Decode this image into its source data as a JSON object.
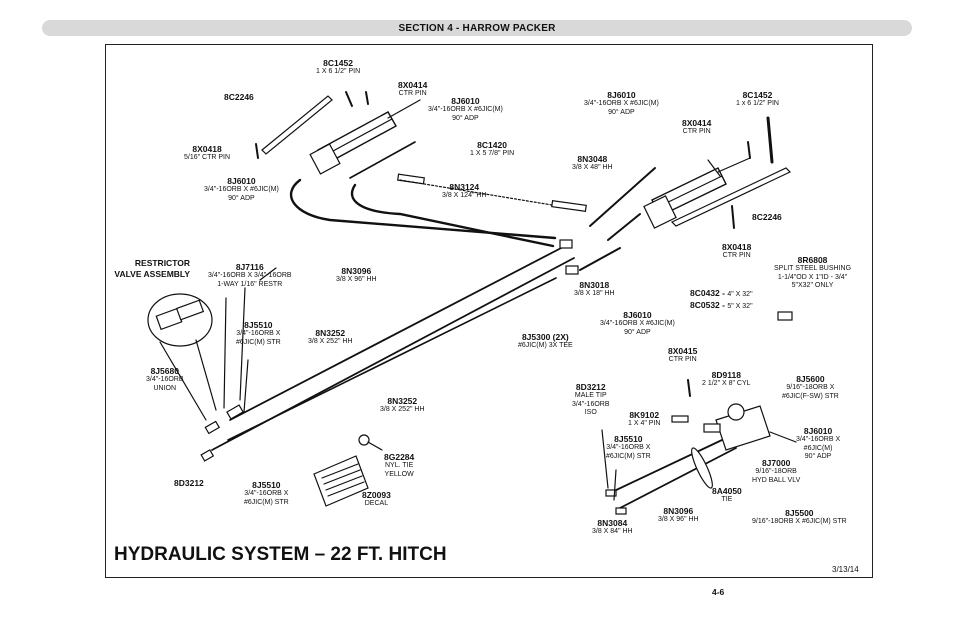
{
  "header": {
    "section": "SECTION 4 - HARROW PACKER"
  },
  "title": "HYDRAULIC SYSTEM – 22 FT. HITCH",
  "date": "3/13/14",
  "page_number": "4-6",
  "restrictor_label": "RESTRICTOR VALVE ASSEMBLY",
  "parts": {
    "p8c1452_a": {
      "pn": "8C1452",
      "ds": "1 X 6 1/2\" PIN"
    },
    "p8x0414_a": {
      "pn": "8X0414",
      "ds": "CTR PIN"
    },
    "p8c2246_a": {
      "pn": "8C2246",
      "ds": ""
    },
    "p8j6010_a": {
      "pn": "8J6010",
      "ds1": "3/4\"-16ORB X #6JIC(M)",
      "ds2": "90° ADP"
    },
    "p8x0418_a": {
      "pn": "8X0418",
      "ds": "5/16\" CTR PIN"
    },
    "p8j6010_b": {
      "pn": "8J6010",
      "ds1": "3/4\"-16ORB X #6JIC(M)",
      "ds2": "90° ADP"
    },
    "p8c1420": {
      "pn": "8C1420",
      "ds": "1 X 5 7/8\" PIN"
    },
    "p8n3124": {
      "pn": "8N3124",
      "ds": "3/8 X 124\" HH"
    },
    "p8j6010_c": {
      "pn": "8J6010",
      "ds1": "3/4\"-16ORB X #6JIC(M)",
      "ds2": "90° ADP"
    },
    "p8c1452_b": {
      "pn": "8C1452",
      "ds": "1 x 6 1/2\" PIN"
    },
    "p8x0414_b": {
      "pn": "8X0414",
      "ds": "CTR PIN"
    },
    "p8n3048": {
      "pn": "8N3048",
      "ds": "3/8 X 48\" HH"
    },
    "p8c2246_b": {
      "pn": "8C2246",
      "ds": ""
    },
    "p8x0418_b": {
      "pn": "8X0418",
      "ds": "CTR PIN"
    },
    "p8r6808": {
      "pn": "8R6808",
      "ds1": "SPLIT STEEL BUSHING",
      "ds2": "1-1/4\"OD X 1\"ID - 3/4\"",
      "ds3": "5\"X32\" ONLY"
    },
    "p8j7116": {
      "pn": "8J7116",
      "ds1": "3/4\"-16ORB X 3/4\"-16ORB",
      "ds2": "1-WAY 1/16\" RESTR"
    },
    "p8n3096_a": {
      "pn": "8N3096",
      "ds": "3/8 X 96\" HH"
    },
    "p8n3018": {
      "pn": "8N3018",
      "ds": "3/8 X 18\" HH"
    },
    "p8c0432": {
      "pn": "8C0432 - ",
      "ds": "4\" X 32\""
    },
    "p8c0532": {
      "pn": "8C0532 - ",
      "ds": "5\" X 32\""
    },
    "p8j5510_a": {
      "pn": "8J5510",
      "ds1": "3/4\"-16ORB X",
      "ds2": "#6JIC(M) STR"
    },
    "p8n3252_a": {
      "pn": "8N3252",
      "ds": "3/8 X 252\" HH"
    },
    "p8j6010_d": {
      "pn": "8J6010",
      "ds1": "3/4\"-16ORB X #6JIC(M)",
      "ds2": "90° ADP"
    },
    "p8j5300": {
      "pn": "8J5300 (2X)",
      "ds": "#6JIC(M) 3X TEE"
    },
    "p8j5680": {
      "pn": "8J5680",
      "ds1": "3/4\"-16ORB",
      "ds2": "UNION"
    },
    "p8n3252_b": {
      "pn": "8N3252",
      "ds": "3/8 X 252\" HH"
    },
    "p8x0415": {
      "pn": "8X0415",
      "ds": "CTR PIN"
    },
    "p8d9118": {
      "pn": "8D9118",
      "ds": "2 1/2\" X 8\" CYL"
    },
    "p8j5600": {
      "pn": "8J5600",
      "ds1": "9/16\"-18ORB X",
      "ds2": "#6JIC(F-SW) STR"
    },
    "p8d3212_a": {
      "pn": "8D3212",
      "ds1": "MALE TIP",
      "ds2": "3/4\"-16ORB",
      "ds3": "ISO"
    },
    "p8k9102": {
      "pn": "8K9102",
      "ds": "1 X 4\" PIN"
    },
    "p8j6010_e": {
      "pn": "8J6010",
      "ds1": "3/4\"-16ORB X",
      "ds2": "#6JIC(M)",
      "ds3": "90° ADP"
    },
    "p8j5510_b": {
      "pn": "8J5510",
      "ds1": "3/4\"-16ORB X",
      "ds2": "#6JIC(M) STR"
    },
    "p8g2284": {
      "pn": "8G2284",
      "ds1": "NYL. TIE",
      "ds2": "YELLOW"
    },
    "p8j7000": {
      "pn": "8J7000",
      "ds1": "9/16\"-18ORB",
      "ds2": "HYD BALL VLV"
    },
    "p8d3212_b": {
      "pn": "8D3212",
      "ds": ""
    },
    "p8j5510_c": {
      "pn": "8J5510",
      "ds1": "3/4\"-16ORB X",
      "ds2": "#6JIC(M) STR"
    },
    "p8z0093": {
      "pn": "8Z0093",
      "ds": "DECAL"
    },
    "p8a4050": {
      "pn": "8A4050",
      "ds": "TIE"
    },
    "p8j5500": {
      "pn": "8J5500",
      "ds": "9/16\"-18ORB X #6JIC(M) STR"
    },
    "p8n3096_b": {
      "pn": "8N3096",
      "ds": "3/8 X 96\" HH"
    },
    "p8n3084": {
      "pn": "8N3084",
      "ds": "3/8 X 84\" HH"
    }
  }
}
